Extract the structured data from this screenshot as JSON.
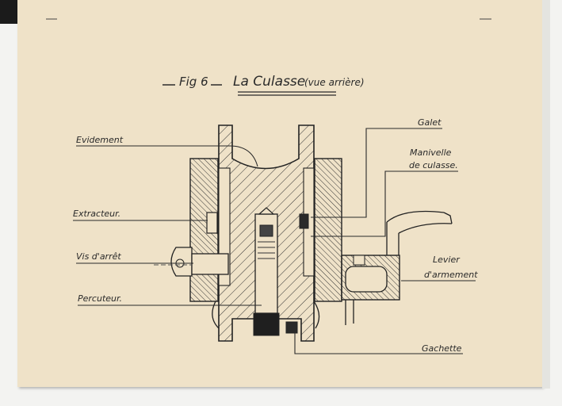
{
  "figure": {
    "number": "Fig 6",
    "title": "La Culasse",
    "subtitle": "(vue arrière)"
  },
  "labels": {
    "evidement": "Evidement",
    "extracteur": "Extracteur.",
    "vis_arret": "Vis d'arrêt",
    "percuteur": "Percuteur.",
    "galet": "Galet",
    "manivelle_line1": "Manivelle",
    "manivelle_line2": "de culasse.",
    "levier_line1": "Levier",
    "levier_line2": "d'armement",
    "gachette": "Gachette"
  },
  "colors": {
    "paper": "#efe2c8",
    "ink": "#2a2a2a"
  }
}
